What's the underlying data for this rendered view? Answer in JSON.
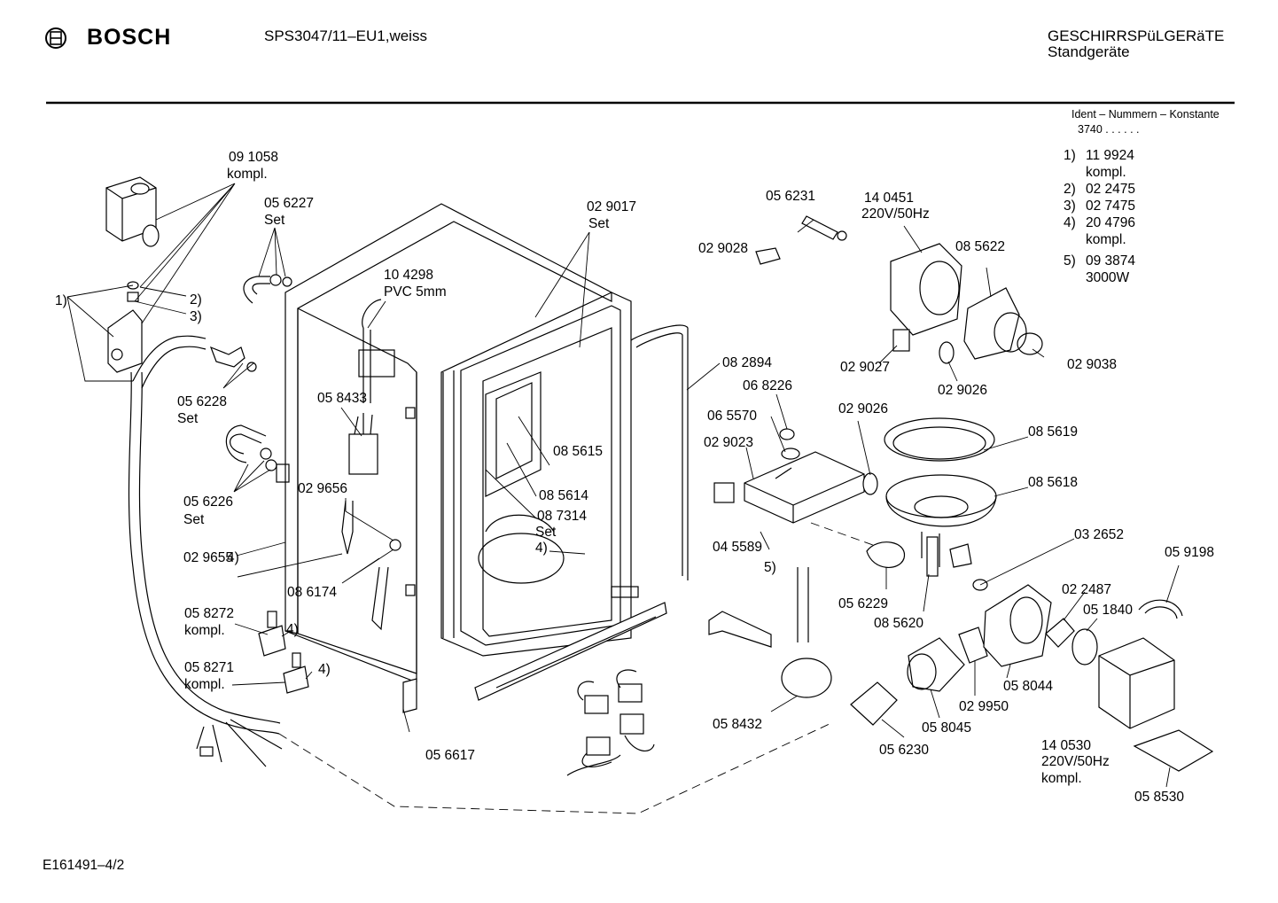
{
  "header": {
    "brand": "BOSCH",
    "model": "SPS3047/11–EU1,weiss",
    "category_line1": "GESCHIRRSPüLGERäTE",
    "category_line2": "Standgeräte",
    "ident_title": "Ident – Nummern – Konstante",
    "ident_value": "3740 . .   . . . ."
  },
  "footer": {
    "drawing_id": "E161491–4/2"
  },
  "legend": [
    {
      "key": "1)",
      "lines": [
        "11 9924",
        "kompl."
      ]
    },
    {
      "key": "2)",
      "lines": [
        "02 2475"
      ]
    },
    {
      "key": "3)",
      "lines": [
        "02 7475"
      ]
    },
    {
      "key": "4)",
      "lines": [
        "20 4796",
        "kompl."
      ]
    },
    {
      "key": "5)",
      "lines": [
        "09 3874",
        "3000W"
      ]
    }
  ],
  "callouts": {
    "p091058": [
      "09 1058",
      "kompl."
    ],
    "p056227": [
      "05 6227",
      "Set"
    ],
    "p104298": [
      "10 4298",
      "PVC 5mm"
    ],
    "p029017": [
      "02 9017",
      "Set"
    ],
    "p056231": [
      "05 6231"
    ],
    "p140451": [
      "14 0451",
      "220V/50Hz"
    ],
    "p029028": [
      "02 9028"
    ],
    "p085622": [
      "08 5622"
    ],
    "p056228": [
      "05 6228",
      "Set"
    ],
    "p058433": [
      "05 8433"
    ],
    "p082894": [
      "08 2894"
    ],
    "p068226": [
      "06 8226"
    ],
    "p029027": [
      "02 9027"
    ],
    "p029026a": [
      "02 9026"
    ],
    "p029038": [
      "02 9038"
    ],
    "p029026b": [
      "02 9026"
    ],
    "p065570": [
      "06 5570"
    ],
    "p085619": [
      "08 5619"
    ],
    "p029023": [
      "02 9023"
    ],
    "p085615": [
      "08 5615"
    ],
    "p085614": [
      "08 5614"
    ],
    "p087314": [
      "08 7314",
      "Set",
      "4)"
    ],
    "p085618": [
      "08 5618"
    ],
    "p056226": [
      "05 6226",
      "Set"
    ],
    "p029656": [
      "02 9656"
    ],
    "p045589": [
      "04 5589"
    ],
    "p032652": [
      "03 2652"
    ],
    "p059198": [
      "05 9198"
    ],
    "p029655": [
      "02 9655"
    ],
    "p086174": [
      "08 6174"
    ],
    "p056229": [
      "05 6229"
    ],
    "p022487": [
      "02 2487"
    ],
    "p051840": [
      "05 1840"
    ],
    "p058272": [
      "05 8272",
      "kompl."
    ],
    "p085620": [
      "08 5620"
    ],
    "p058271": [
      "05 8271",
      "kompl."
    ],
    "p058044": [
      "05 8044"
    ],
    "p029950": [
      "02 9950"
    ],
    "p058432": [
      "05 8432"
    ],
    "p058045": [
      "05 8045"
    ],
    "p056617": [
      "05 6617"
    ],
    "p056230": [
      "05 6230"
    ],
    "p140530": [
      "14 0530",
      "220V/50Hz",
      "kompl."
    ],
    "p058530": [
      "05 8530"
    ],
    "ref1": [
      "1)"
    ],
    "ref2": [
      "2)"
    ],
    "ref3": [
      "3)"
    ],
    "ref4a": [
      "4)"
    ],
    "ref4b": [
      "4)"
    ],
    "ref4c": [
      "4)"
    ],
    "ref5": [
      "5)"
    ]
  }
}
